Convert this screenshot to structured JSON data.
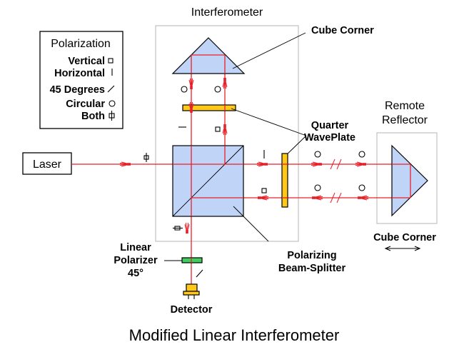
{
  "title": "Modified Linear Interferometer",
  "labels": {
    "interferometer": "Interferometer",
    "cube_corner_top": "Cube Corner",
    "quarter": "Quarter",
    "waveplate": "WavePlate",
    "remote": "Remote",
    "reflector": "Reflector",
    "cube_corner_remote": "Cube Corner",
    "laser": "Laser",
    "linear": "Linear",
    "polarizer": "Polarizer",
    "deg45": "45°",
    "detector": "Detector",
    "polarizing": "Polarizing",
    "beamsplitter": "Beam-Splitter"
  },
  "legend": {
    "title": "Polarization",
    "items": [
      {
        "label": "Vertical",
        "symbol": "square-icon"
      },
      {
        "label": "Horizontal",
        "symbol": "vertical-bar-icon"
      },
      {
        "label": "45 Degrees",
        "symbol": "slash-icon"
      },
      {
        "label": "Circular",
        "symbol": "circle-icon"
      },
      {
        "label": "Both",
        "symbol": "both-icon"
      }
    ]
  },
  "colors": {
    "beam": "#e8202a",
    "optic": "#c0d4f8",
    "waveplate": "#ffc81a",
    "polarizer": "#40cc60",
    "frame": "#c0c0c0"
  }
}
